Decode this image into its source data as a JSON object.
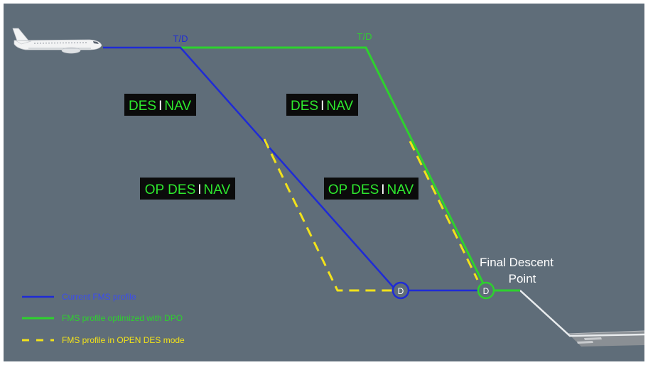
{
  "colors": {
    "background": "#5f6d79",
    "current_profile": "#1f2bd6",
    "dpo_profile": "#2ed12e",
    "open_des": "#f2e21a",
    "fma_box": "#0b0b0b",
    "fma_text": "#2ee82e",
    "white_text": "#ffffff",
    "legend_blue_text": "#3a4cf0",
    "legend_green_text": "#2ed12e",
    "legend_yellow_text": "#f2e21a"
  },
  "labels": {
    "td_current": "T/D",
    "td_dpo": "T/D",
    "final_descent_line1": "Final Descent",
    "final_descent_line2": "Point",
    "decel_marker_1": "D",
    "decel_marker_2": "D"
  },
  "fma": {
    "des_nav_current": {
      "left": "DES",
      "sep": "I",
      "right": "NAV"
    },
    "des_nav_dpo": {
      "left": "DES",
      "sep": "I",
      "right": "NAV"
    },
    "op_des_nav_current": {
      "left": "OP DES",
      "sep": "I",
      "right": "NAV"
    },
    "op_des_nav_dpo": {
      "left": "OP DES",
      "sep": "I",
      "right": "NAV"
    }
  },
  "legend": {
    "current": "Current FMS profile",
    "dpo": "FMS profile optimized with DPO",
    "open_des": "FMS profile in OPEN DES mode"
  },
  "icons": [
    "aircraft-icon",
    "runway-icon"
  ]
}
